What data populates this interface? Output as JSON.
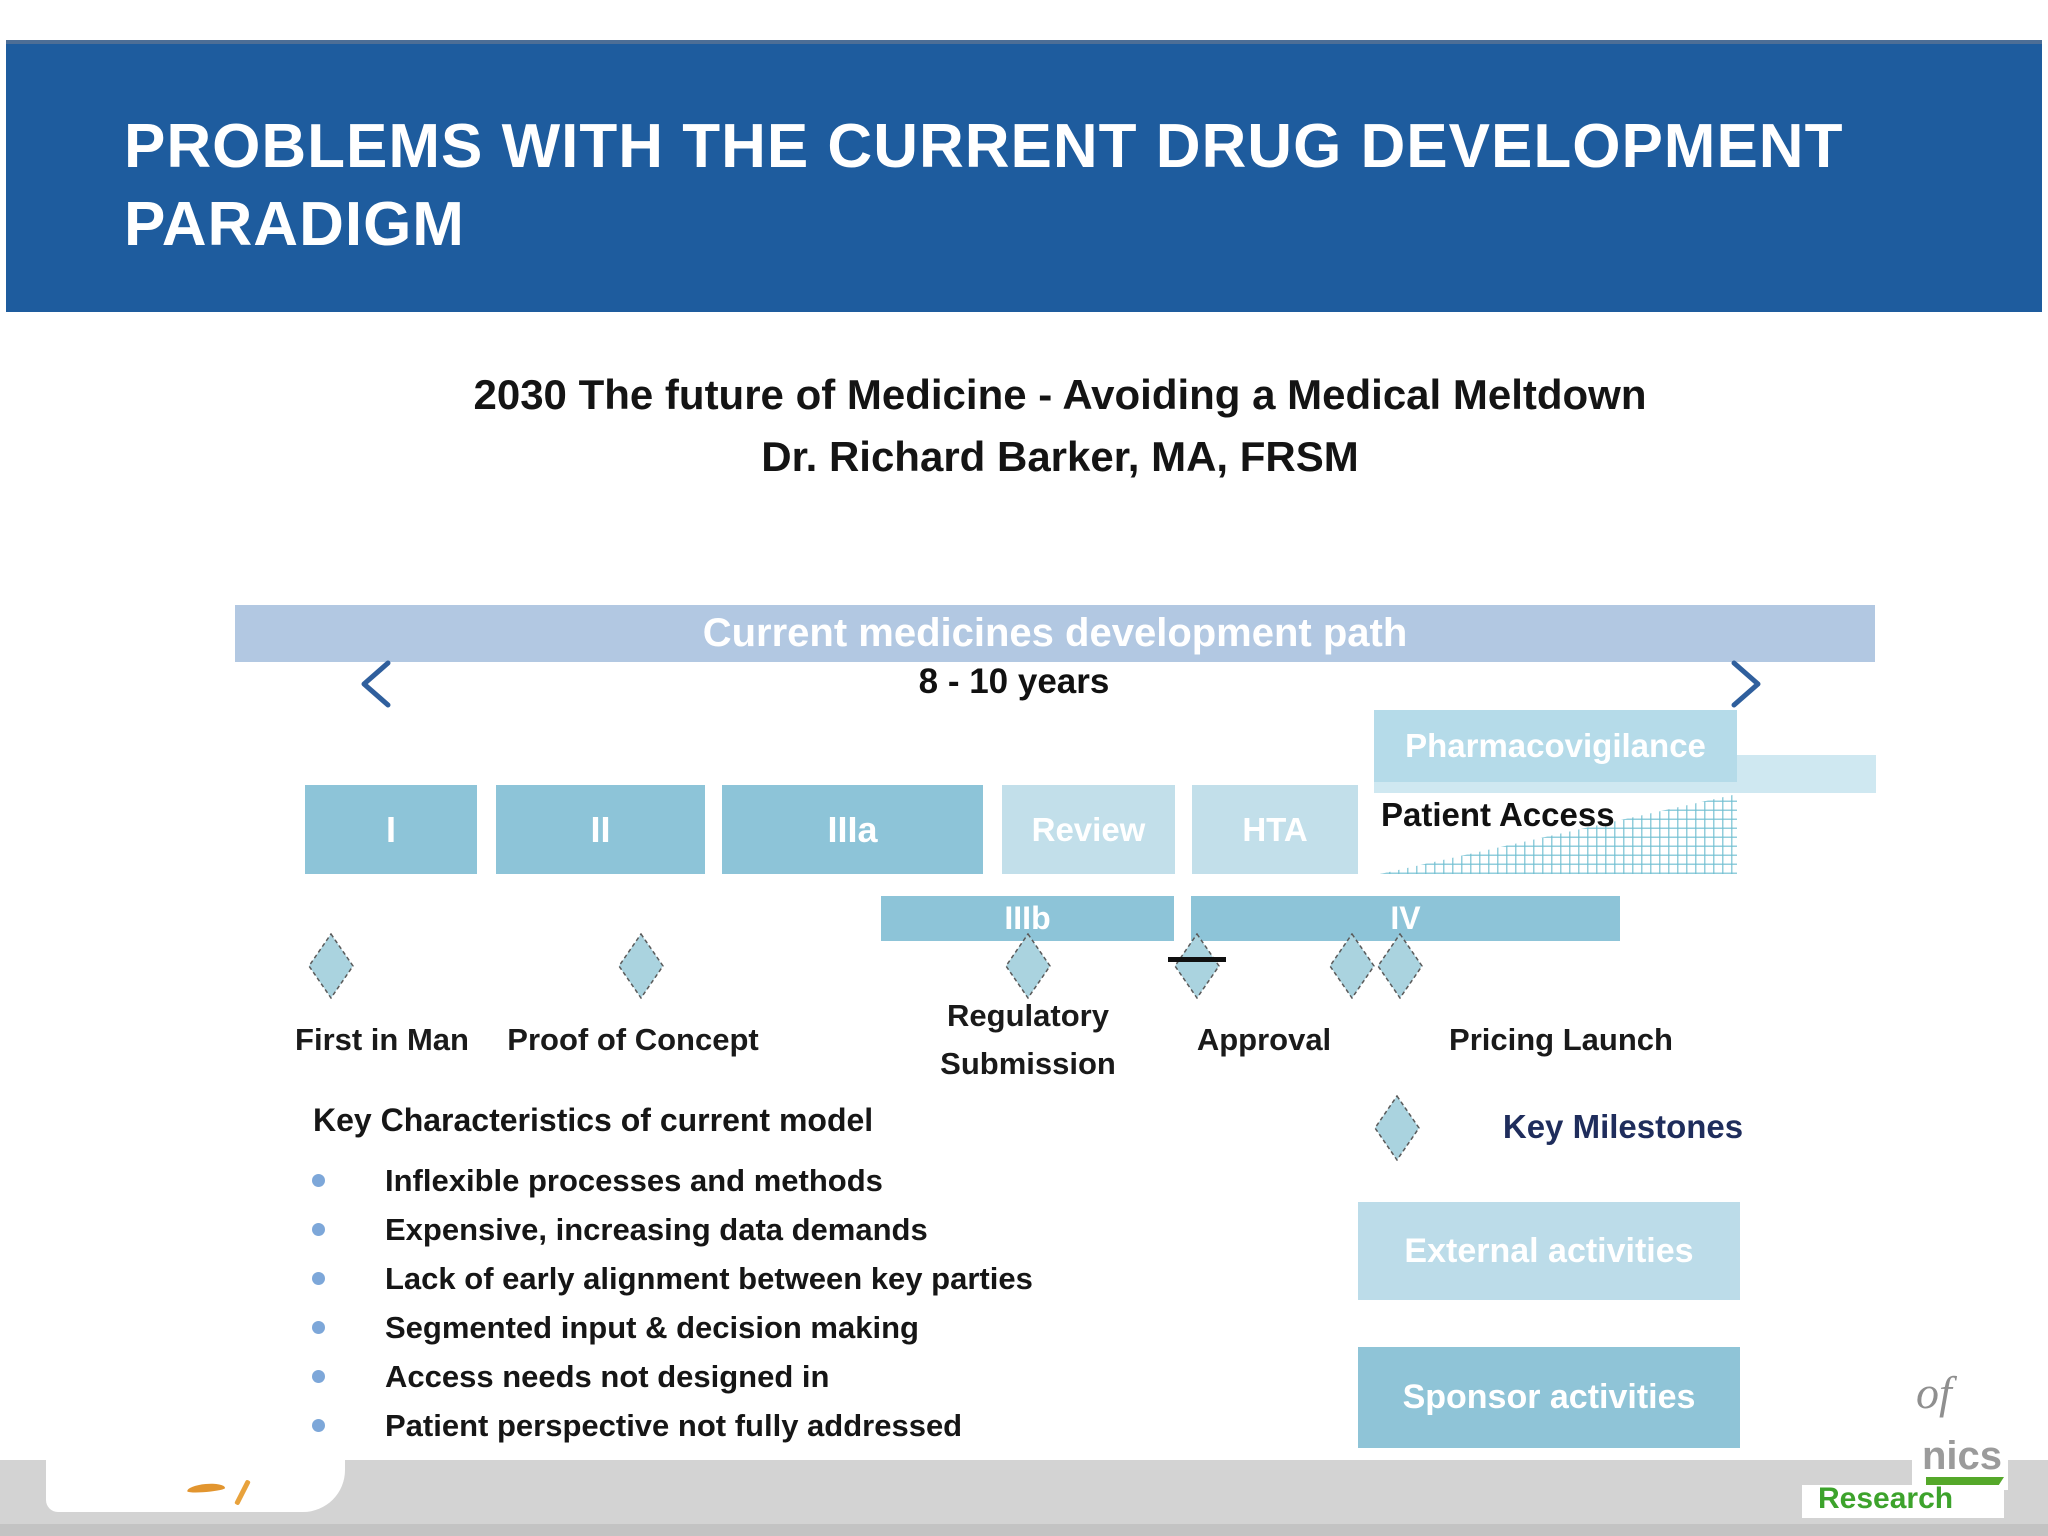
{
  "header": {
    "title_line1": "PROBLEMS WITH THE CURRENT DRUG DEVELOPMENT",
    "title_line2": "PARADIGM"
  },
  "subtitle": {
    "line1": "2030 The future of Medicine - Avoiding a Medical Meltdown",
    "line2": "Dr. Richard Barker, MA, FRSM"
  },
  "timeline": {
    "banner_label": "Current medicines development path",
    "duration_label": "8 - 10 years",
    "pharmacovigilance_label": "Pharmacovigilance",
    "patient_access_label": "Patient Access",
    "phases_row1": [
      "I",
      "II",
      "IIIa",
      "Review",
      "HTA"
    ],
    "phases_row2": [
      "IIIb",
      "IV"
    ],
    "milestones": [
      "First in Man",
      "Proof of Concept",
      "Regulatory Submission",
      "Approval",
      "Pricing Launch"
    ]
  },
  "key_characteristics": {
    "heading": "Key Characteristics of current model",
    "items": [
      "Inflexible processes and methods",
      "Expensive, increasing data demands",
      "Lack of early alignment between key parties",
      "Segmented input & decision making",
      "Access needs not designed in",
      "Patient perspective not fully addressed"
    ]
  },
  "legend": {
    "milestones_label": "Key Milestones",
    "external_label": "External activities",
    "sponsor_label": "Sponsor activities"
  },
  "footer": {
    "partial_word_1": "of",
    "partial_word_2": "nics",
    "research_label": "Research"
  },
  "colors": {
    "header_blue": "#1e5c9e",
    "banner_blue": "#b2c8e2",
    "phase_blue": "#8dc4d8",
    "phase_light_blue": "#c2dfea",
    "pharmacovigilance_blue": "#b5dbe9",
    "pharmacovigilance_band": "#cfe8f1",
    "external_box_blue": "#bcdce9",
    "sponsor_box_blue": "#8fc4d7",
    "diamond_fill": "#aad3df",
    "bullet_dot_blue": "#7da7d9",
    "arrow_blue": "#3b69a6",
    "footer_gray": "#d3d3d3",
    "logo_green": "#55a82a",
    "logo_orange": "#e2952f"
  }
}
